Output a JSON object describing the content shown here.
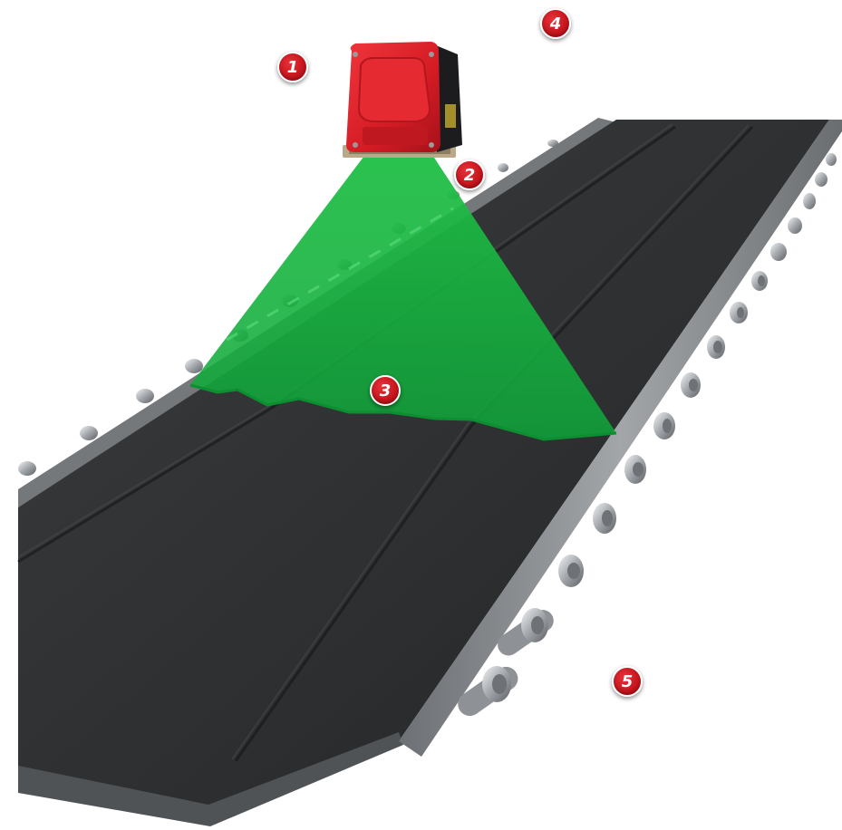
{
  "markers": [
    {
      "id": "marker-1",
      "label": "1"
    },
    {
      "id": "marker-2",
      "label": "2"
    },
    {
      "id": "marker-3",
      "label": "3"
    },
    {
      "id": "marker-4",
      "label": "4"
    },
    {
      "id": "marker-5",
      "label": "5"
    }
  ],
  "colors": {
    "belt": "#2b2d2e",
    "belt_edge": "#5f6264",
    "frame": "#8c8f92",
    "laser": "#16b83c",
    "scanner_body": "#d81e26",
    "marker": "#c4141c"
  }
}
